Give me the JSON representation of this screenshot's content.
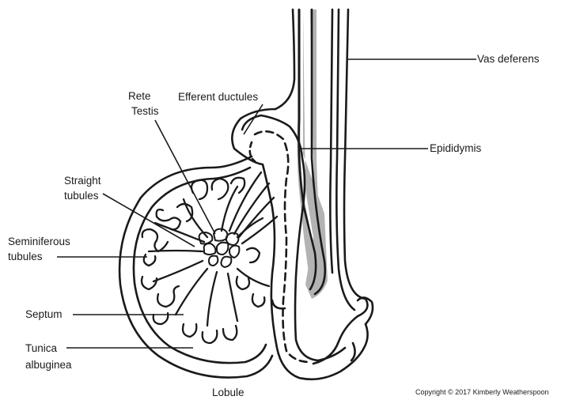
{
  "labels": {
    "vas_deferens": "Vas deferens",
    "epididymis": "Epididymis",
    "rete_testis_1": "Rete",
    "rete_testis_2": "Testis",
    "efferent_ductules": "Efferent ductules",
    "straight_tubules_1": "Straight",
    "straight_tubules_2": "tubules",
    "seminiferous_tubules_1": "Seminiferous",
    "seminiferous_tubules_2": "tubules",
    "septum": "Septum",
    "tunica_albuginea_1": "Tunica",
    "tunica_albuginea_2": "albuginea",
    "lobule": "Lobule"
  },
  "copyright": "Copyright  © 2017 Kimberly Weatherspoon",
  "colors": {
    "line": "#1a1a1a",
    "duct_fill": "#b3b3b3",
    "background": "#ffffff"
  }
}
